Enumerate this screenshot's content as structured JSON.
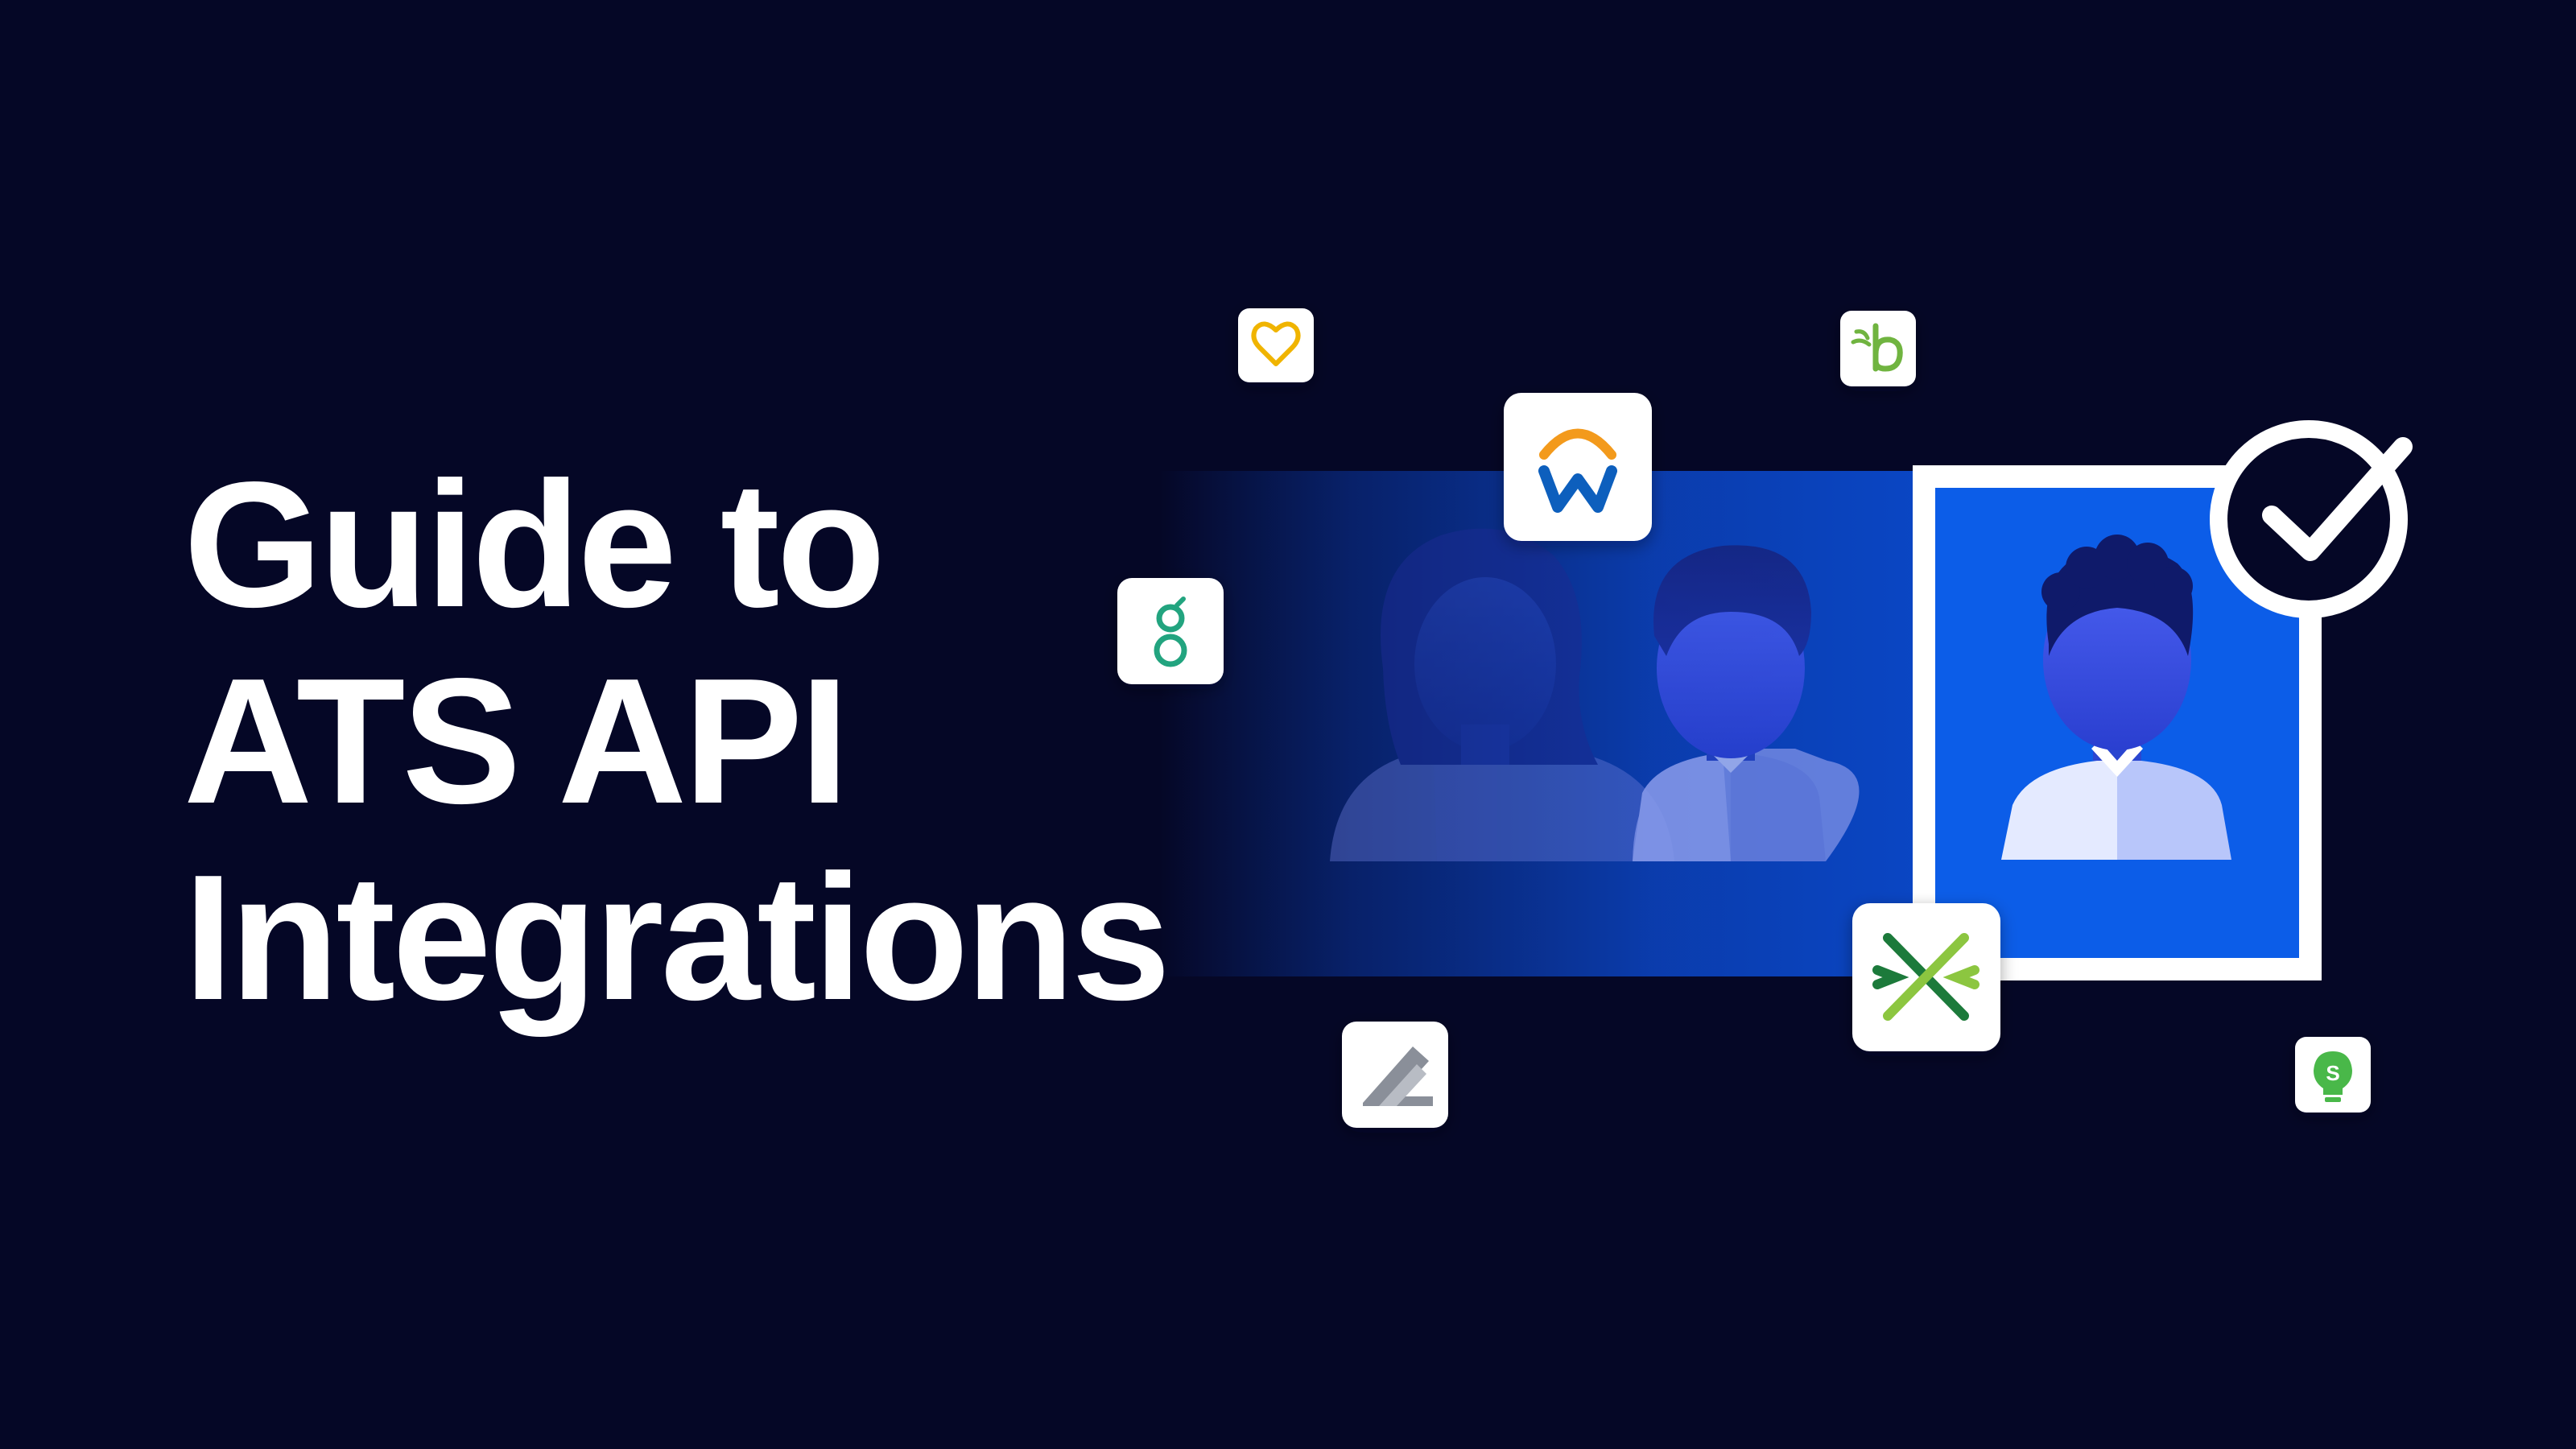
{
  "headline": {
    "line1": "Guide to",
    "line2": "ATS API",
    "line3": "Integrations"
  },
  "colors": {
    "background": "#050726",
    "panel_blue": "#0a4fd6",
    "selected_card": "#0c5de8",
    "check_ring": "#ffffff",
    "title_text": "#ffffff"
  },
  "icons": {
    "top_left_small": "heart-icon",
    "top_center_large": "workday-logo-icon",
    "top_right_small": "bamboohr-logo-icon",
    "left_middle": "greenhouse-logo-icon",
    "bottom_left": "lever-logo-icon",
    "bottom_center_large": "icims-logo-icon",
    "bottom_right_small": "smartrecruiters-logo-icon",
    "selection_badge": "checkmark-circle-icon"
  },
  "candidates": {
    "count_shown": 3,
    "selected_index": 3
  }
}
